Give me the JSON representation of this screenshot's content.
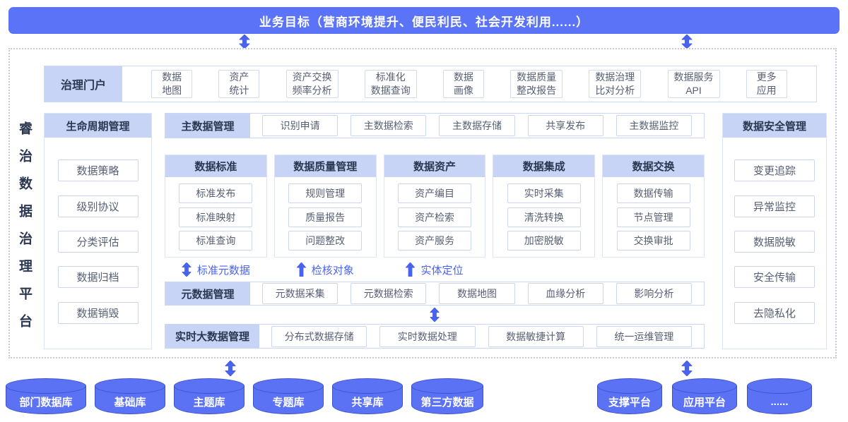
{
  "banner": {
    "title": "业务目标（营商环境提升、便民利民、社会开发利用......）"
  },
  "platform_title": "睿治数据治理平台",
  "portal": {
    "label": "治理门户",
    "items": [
      "数据\n地图",
      "资产\n统计",
      "资产交换\n频率分析",
      "标准化\n数据查询",
      "数据\n画像",
      "数据质量\n整改报告",
      "数据治理\n比对分析",
      "数据服务\nAPI",
      "更多\n应用"
    ]
  },
  "lifecycle": {
    "label": "生命周期管理",
    "items": [
      "数据策略",
      "级别协议",
      "分类评估",
      "数据归档",
      "数据销毁"
    ]
  },
  "master_data": {
    "label": "主数据管理",
    "items": [
      "识别申请",
      "主数据检索",
      "主数据存储",
      "共享发布",
      "主数据监控"
    ]
  },
  "pillars": [
    {
      "label": "数据标准",
      "items": [
        "标准发布",
        "标准映射",
        "标准查询"
      ]
    },
    {
      "label": "数据质量管理",
      "items": [
        "规则管理",
        "质量报告",
        "问题整改"
      ]
    },
    {
      "label": "数据资产",
      "items": [
        "资产编目",
        "资产检索",
        "资产服务"
      ]
    },
    {
      "label": "数据集成",
      "items": [
        "实时采集",
        "清洗转换",
        "加密脱敏"
      ]
    },
    {
      "label": "数据交换",
      "items": [
        "数据传输",
        "节点管理",
        "交换审批"
      ]
    }
  ],
  "flow_labels": [
    "标准元数据",
    "检核对象",
    "实体定位"
  ],
  "metadata": {
    "label": "元数据管理",
    "items": [
      "元数据采集",
      "元数据检索",
      "数据地图",
      "血缘分析",
      "影响分析"
    ]
  },
  "bigdata": {
    "label": "实时大数据管理",
    "items": [
      "分布式数据存储",
      "实时数据处理",
      "数据敏捷计算",
      "统一运维管理"
    ]
  },
  "security": {
    "label": "数据安全管理",
    "items": [
      "变更追踪",
      "异常监控",
      "数据脱敏",
      "安全传输",
      "去隐私化"
    ]
  },
  "data_sources": [
    "部门数据库",
    "基础库",
    "主题库",
    "专题库",
    "共享库",
    "第三方数据"
  ],
  "platforms": [
    "支撑平台",
    "应用平台",
    "......"
  ],
  "colors": {
    "primary_blue": "#5b72f5",
    "section_header_bg": "#c7d4f6",
    "arrow_blue": "#4a63ee",
    "item_border": "#ccd5ee",
    "header_text": "#2b3750",
    "item_text": "#565f73"
  }
}
